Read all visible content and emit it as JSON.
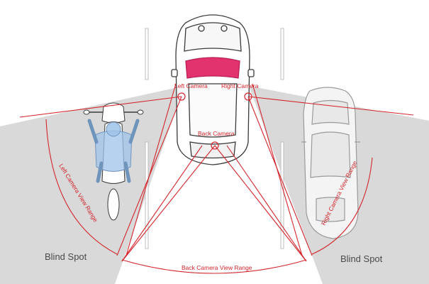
{
  "labels": {
    "left_camera": "Left Camera",
    "right_camera": "Right Camera",
    "back_camera": "Back Camera",
    "left_view_range": "Left Camera View Range",
    "right_view_range": "Right Camera View Range",
    "back_view_range": "Back Camera View Range",
    "blind_spot_left": "Blind Spot",
    "blind_spot_right": "Blind Spot"
  },
  "colors": {
    "background": "#ffffff",
    "blind_zone": "#d9d9d9",
    "view_line": "#d3262c",
    "vehicle_outline": "#3a3a3a",
    "ghost_vehicle": "#9a9a9a",
    "rear_window": "#e2336e",
    "rider": "#9fc3e8",
    "lane_marks": "#bdbdbd"
  },
  "icons": {
    "car": "car-top-view-icon",
    "motorcycle": "motorcycle-with-rider-icon",
    "parked_car": "car-outline-icon",
    "camera": "camera-marker-icon"
  }
}
